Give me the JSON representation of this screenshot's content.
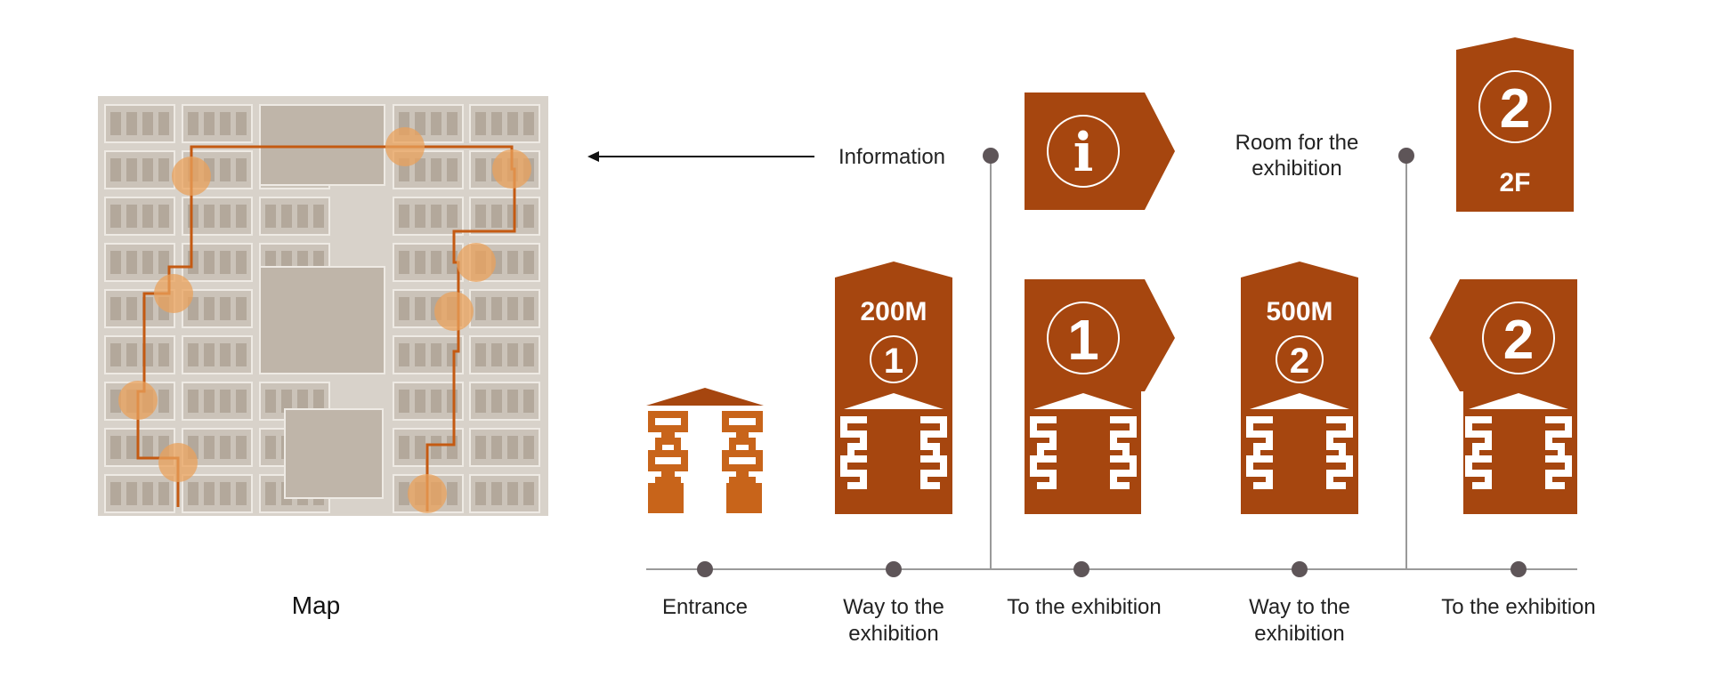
{
  "colors": {
    "sign": "#a6460f",
    "sign_light": "#c8641a",
    "route": "#c45a12",
    "node": "#e9a25c",
    "axis": "#9a9a9a",
    "dot": "#5e5558",
    "map_ground": "#d8d2ca",
    "map_block": "#b9afa3"
  },
  "map": {
    "caption": "Map"
  },
  "callouts": {
    "information": "Information",
    "room_line1": "Room for the",
    "room_line2": "exhibition"
  },
  "signs": {
    "way1_distance": "200M",
    "way1_number": "1",
    "info_symbol": "i",
    "exhibit1_number": "1",
    "way2_distance": "500M",
    "way2_number": "2",
    "room_number": "2",
    "room_floor": "2F",
    "exhibit2_number": "2"
  },
  "stops": [
    {
      "line1": "Entrance",
      "line2": ""
    },
    {
      "line1": "Way to the",
      "line2": "exhibition"
    },
    {
      "line1": "To the exhibition",
      "line2": ""
    },
    {
      "line1": "Way to the",
      "line2": "exhibition"
    },
    {
      "line1": "To the exhibition",
      "line2": ""
    }
  ]
}
